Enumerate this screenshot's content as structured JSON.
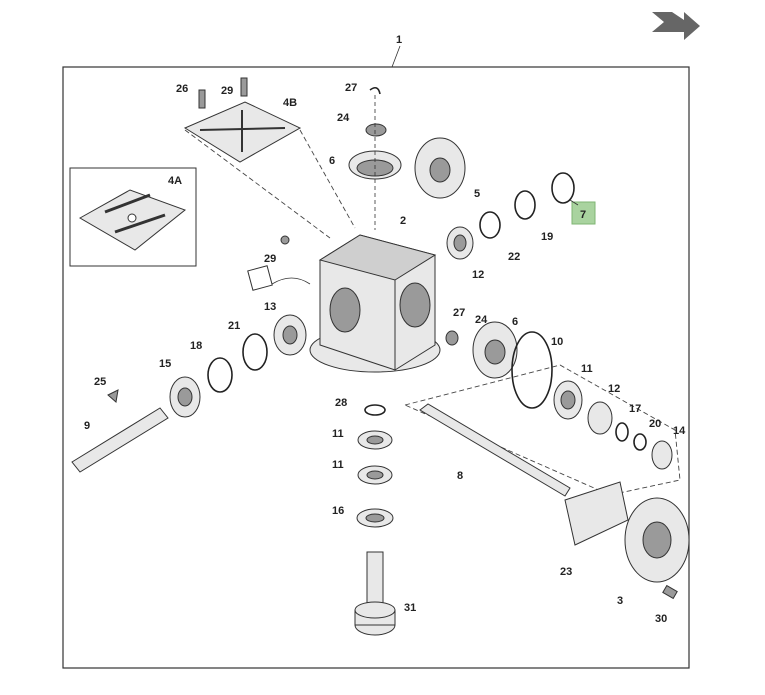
{
  "diagram": {
    "title_callout": "1",
    "highlight_color": "#a9d39f",
    "labels": [
      "26",
      "29",
      "4B",
      "4A",
      "27",
      "24",
      "6",
      "5",
      "7",
      "19",
      "22",
      "12",
      "2",
      "29",
      "27",
      "24",
      "6",
      "10",
      "11",
      "12",
      "17",
      "20",
      "14",
      "13",
      "21",
      "18",
      "15",
      "25",
      "9",
      "28",
      "11",
      "11",
      "16",
      "8",
      "23",
      "3",
      "31",
      "30"
    ]
  }
}
